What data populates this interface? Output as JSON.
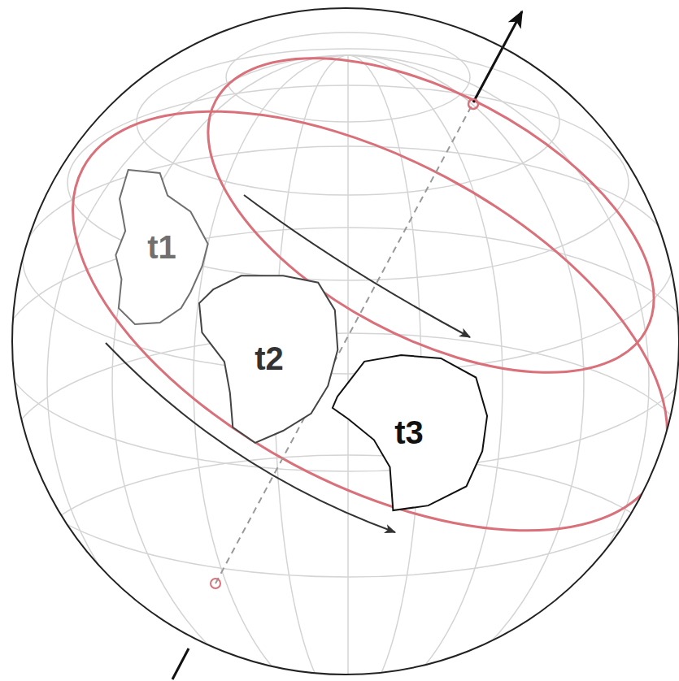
{
  "diagram": {
    "nodes": [
      {
        "text": [
          "t1"
        ]
      },
      {
        "text": [
          "t2"
        ]
      },
      {
        "text": [
          "t3"
        ]
      }
    ]
  }
}
